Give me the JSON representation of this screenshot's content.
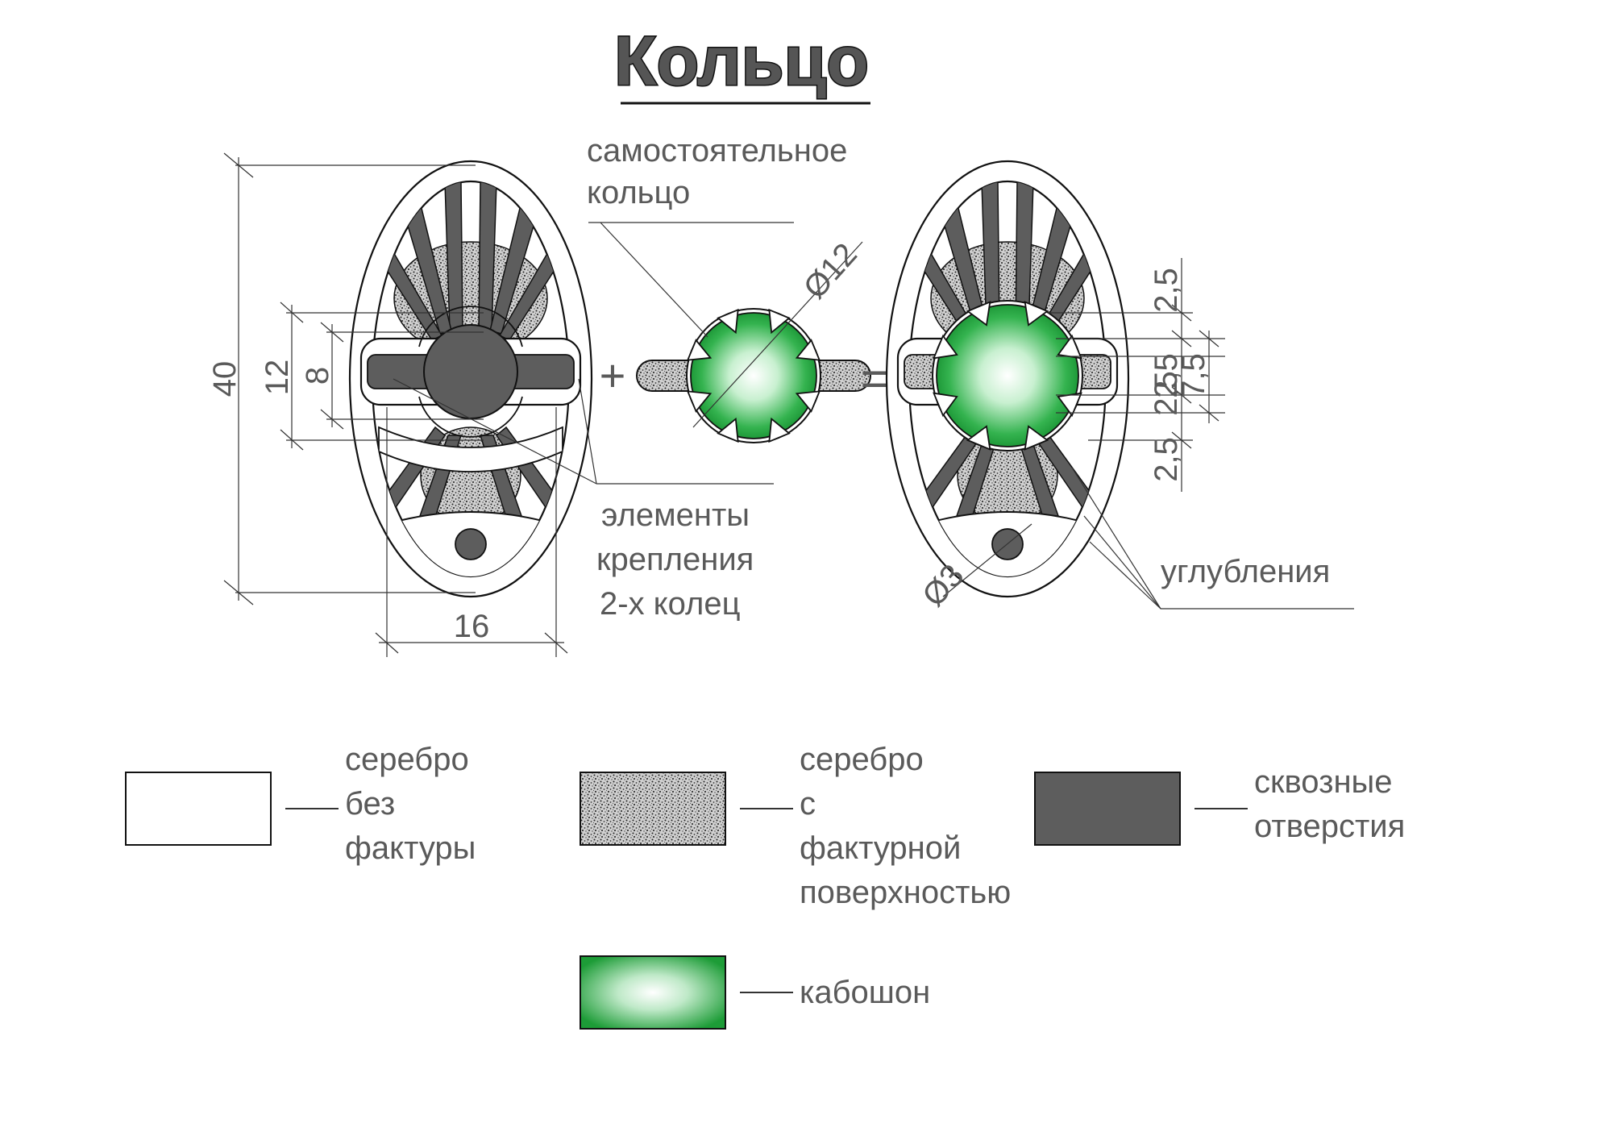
{
  "title": "Кольцо",
  "colors": {
    "dark_gray": "#5d5d5d",
    "stone_green": "#1faa3a",
    "silver_white": "#ffffff",
    "text": "#5a5a5a"
  },
  "callouts": {
    "independent_ring": [
      "самостоятельное",
      "кольцо"
    ],
    "fastening": [
      "элементы",
      "крепления",
      "2-х колец"
    ],
    "recesses": "углубления"
  },
  "operators": {
    "plus": "+",
    "equals": "="
  },
  "dimensions": {
    "height": "40",
    "inner_12": "12",
    "inner_8": "8",
    "width": "16",
    "stone_diameter": "Ø12",
    "hole_diameter": "Ø3",
    "top_gap": "2,5",
    "mid_a": "2,5",
    "mid_b": "2,5",
    "bottom_gap": "2,5",
    "band": "7,5"
  },
  "legend": {
    "plain_silver": [
      "серебро",
      "без",
      "фактуры"
    ],
    "textured_silver": [
      "серебро",
      "с",
      "фактурной",
      "поверхностью"
    ],
    "through_holes": [
      "сквозные",
      "отверстия"
    ],
    "cabochon": "кабошон"
  }
}
